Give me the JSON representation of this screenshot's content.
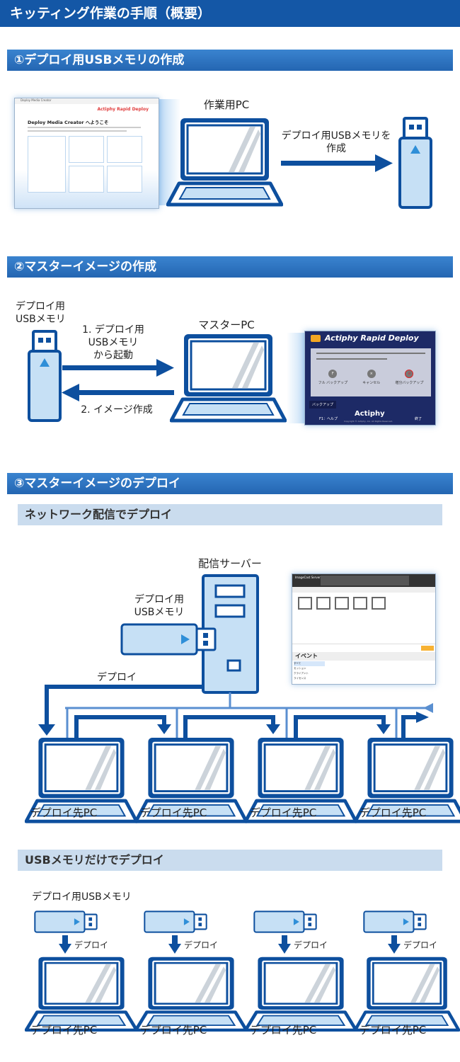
{
  "title": "キッティング作業の手順（概要）",
  "sections": [
    {
      "heading": "①デプロイ用USBメモリの作成"
    },
    {
      "heading": "②マスターイメージの作成"
    },
    {
      "heading": "③マスターイメージのデプロイ"
    }
  ],
  "step1": {
    "pc_label": "作業用PC",
    "arrow_label": "デプロイ用USBメモリを\n作成",
    "screenshot": {
      "window_title": "Deploy Media Creator",
      "brand": "Actiphy Rapid Deploy",
      "heading": "Deploy Media Creator へようこそ"
    }
  },
  "step2": {
    "usb_label": "デプロイ用\nUSBメモリ",
    "boot_label": "1. デプロイ用\nUSBメモリ\nから起動",
    "image_label": "2. イメージ作成",
    "pc_label": "マスターPC",
    "screenshot": {
      "brand": "Actiphy Rapid Deploy",
      "buttons": [
        "フル バックアップ",
        "キャンセル",
        "増分バックアップ"
      ],
      "button_glyphs": [
        "F",
        "×",
        "⊘"
      ],
      "backup_tab": "バックアップ",
      "help": "F1：ヘルプ",
      "exit": "終了",
      "logo": "Actiphy",
      "copyright": "Copyright © Actiphy, Inc. All Rights Reserved."
    }
  },
  "step3": {
    "network": {
      "subheading": "ネットワーク配信でデプロイ",
      "server_label": "配信サーバー",
      "usb_label": "デプロイ用\nUSBメモリ",
      "deploy_label": "デプロイ",
      "screenshot": {
        "app_title": "ImageCast Server",
        "events_label": "イベント",
        "side_items": [
          "すべて",
          "セッション",
          "クライアント",
          "ライセンス"
        ]
      },
      "targets": [
        "デプロイ先PC",
        "デプロイ先PC",
        "デプロイ先PC",
        "デプロイ先PC"
      ]
    },
    "usb_only": {
      "subheading": "USBメモリだけでデプロイ",
      "usb_label": "デプロイ用USBメモリ",
      "deploy_label": "デプロイ",
      "targets": [
        "デプロイ先PC",
        "デプロイ先PC",
        "デプロイ先PC",
        "デプロイ先PC"
      ]
    }
  },
  "colors": {
    "dark_blue": "#0d4f9e",
    "light_blue": "#c6e0f5",
    "header": "#1457a6",
    "subheader": "#cadcee"
  }
}
